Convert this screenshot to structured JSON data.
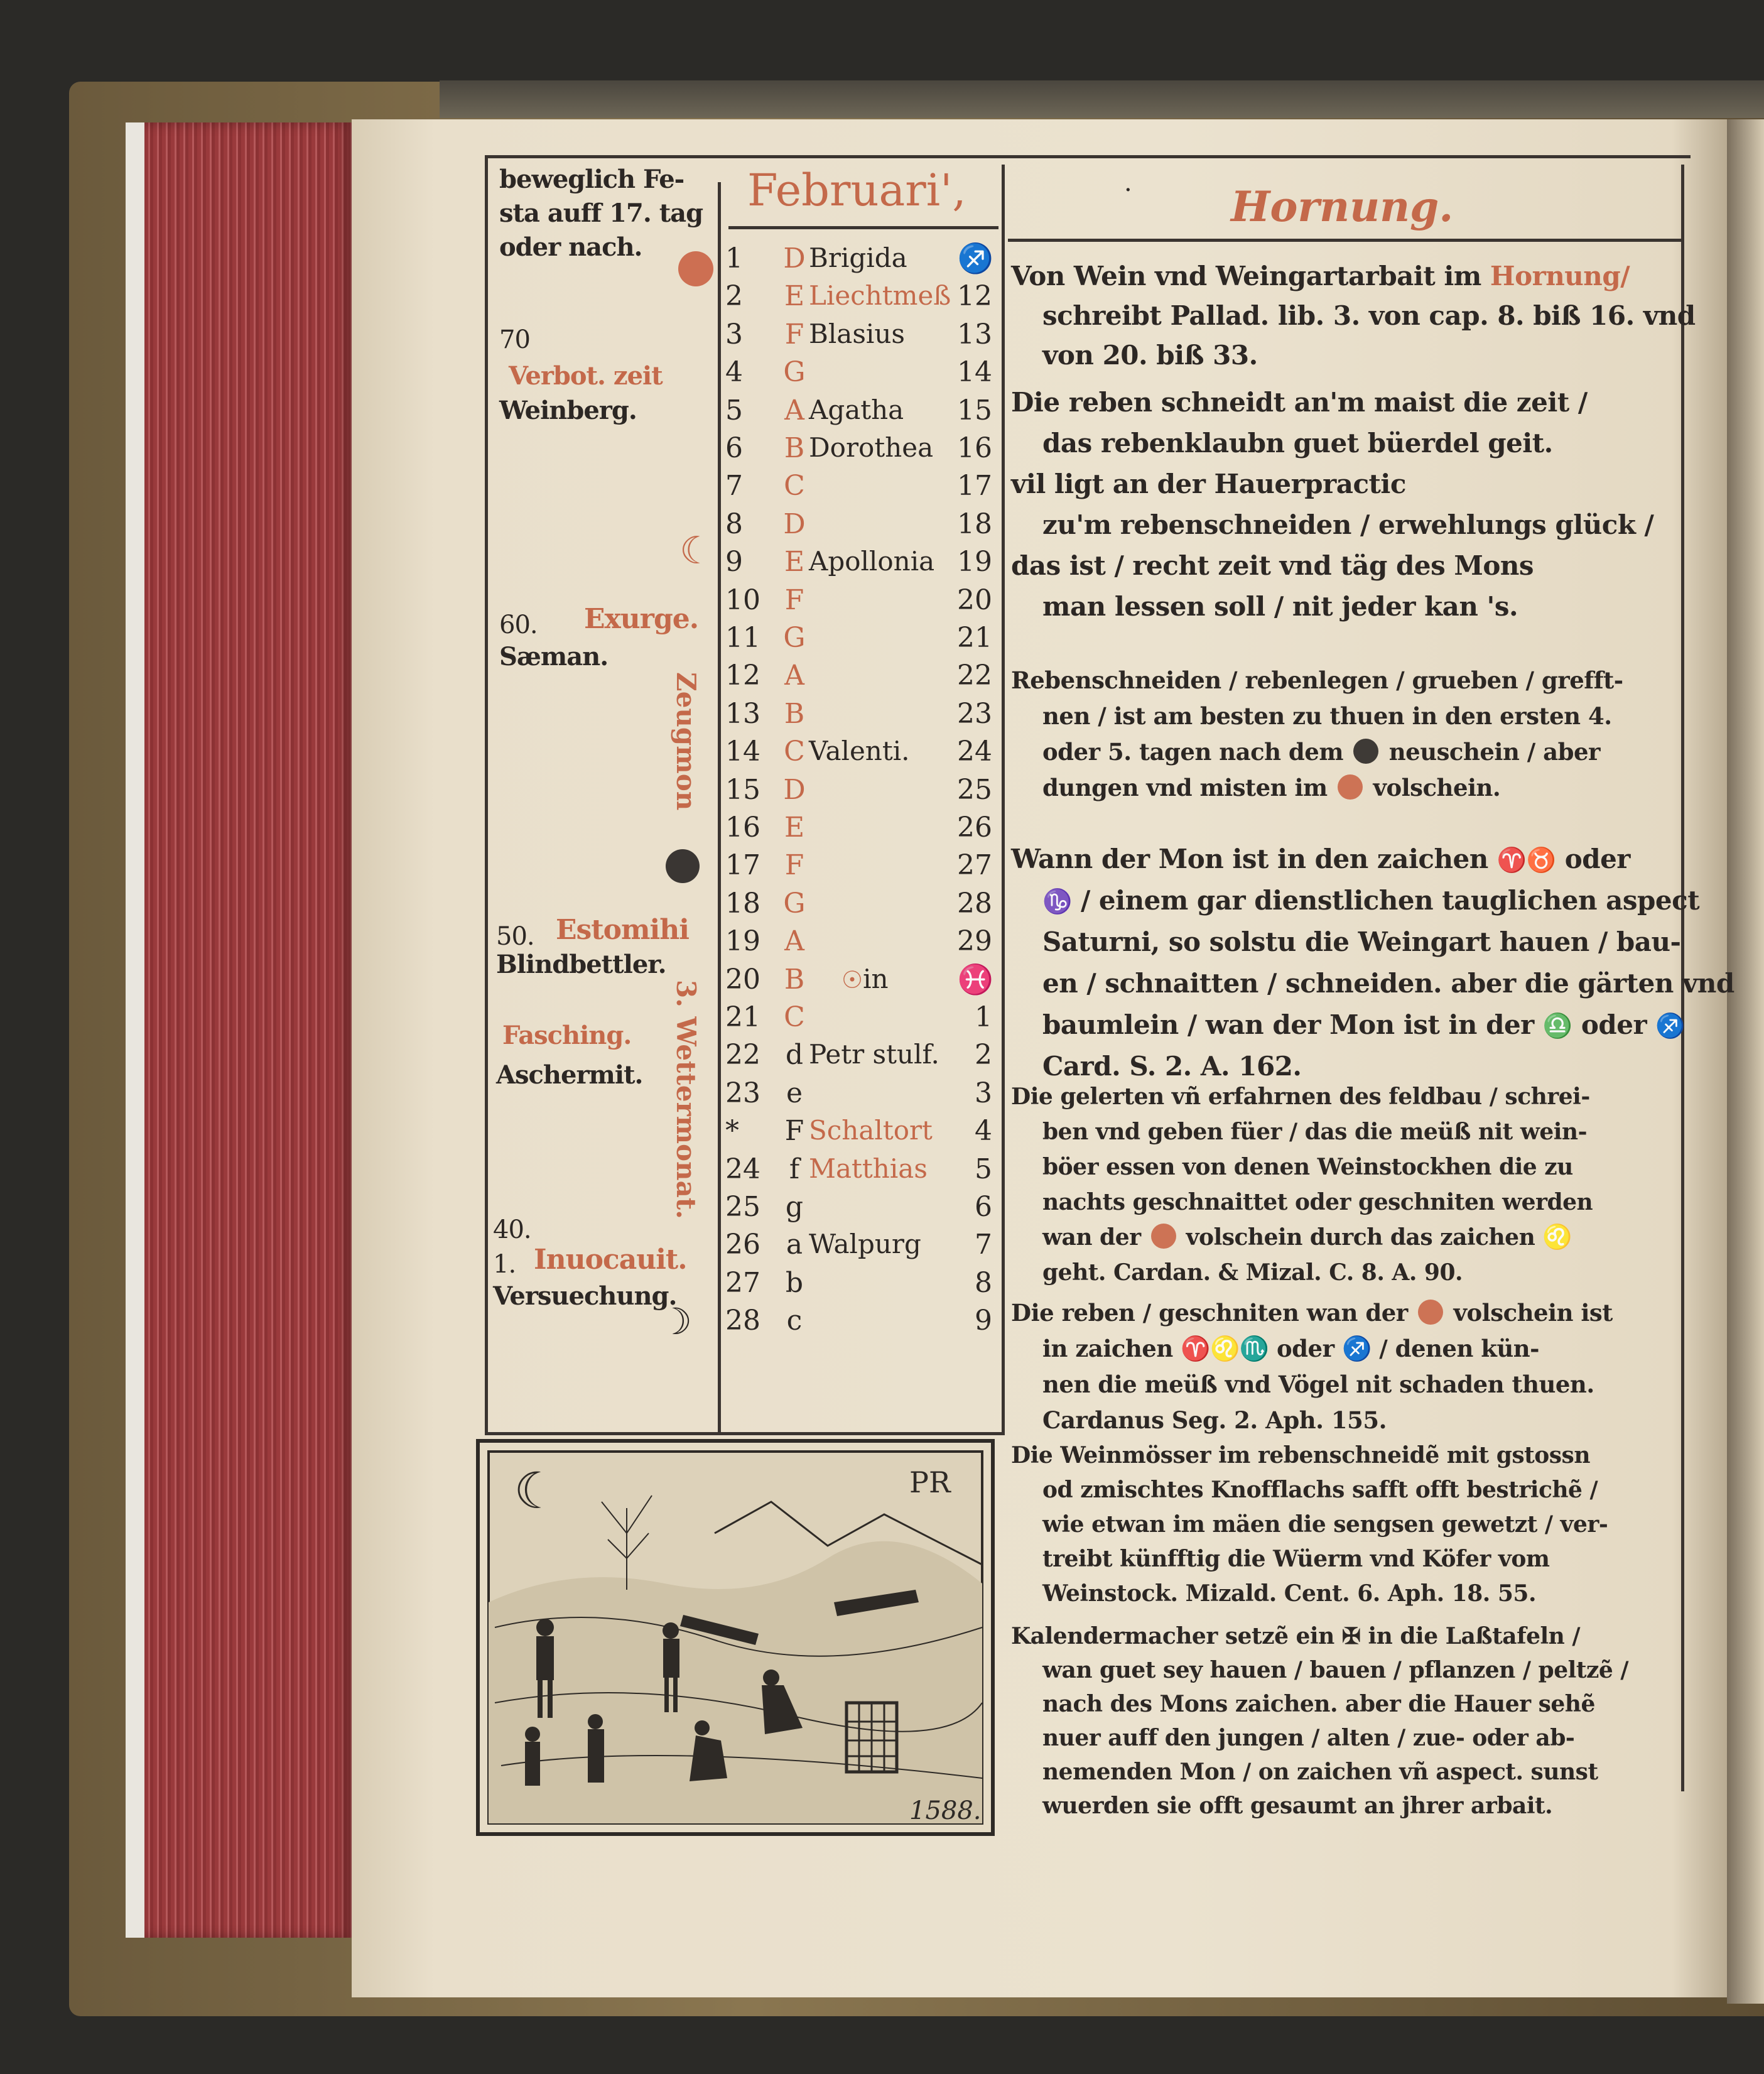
{
  "left_column": {
    "movable_feasts": [
      "beweglich Fe-",
      "sta auff 17. tag",
      "oder nach."
    ],
    "septuagesima_num": "70",
    "verbot": "Verbot. zeit",
    "weinberg": "Weinberg.",
    "sexagesima_num": "60.",
    "exurge": "Exurge.",
    "saeman": "Sæman.",
    "zeugmon": "Zeugmon",
    "quinquagesima_num": "50.",
    "estomihi": "Estomihi",
    "blindbettler": "Blindbettler.",
    "wettermonat": "3. Wettermonat.",
    "fasching": "Fasching.",
    "aschermit": "Aschermit.",
    "quadragesima_num": "40.",
    "first_num": "1.",
    "inuocauit": "Inuocauit.",
    "versuechung": "Versuechung."
  },
  "calendar": {
    "title": "Februari',",
    "rows": [
      {
        "day": "1",
        "letter": "D",
        "letter_red": true,
        "saint": "Brigida",
        "saint_red": false,
        "num": "",
        "zodiac": "sagittarius-icon"
      },
      {
        "day": "2",
        "letter": "E",
        "letter_red": true,
        "saint": "Liechtmeß",
        "saint_red": true,
        "num": "12"
      },
      {
        "day": "3",
        "letter": "F",
        "letter_red": true,
        "saint": "Blasius",
        "saint_red": false,
        "num": "13"
      },
      {
        "day": "4",
        "letter": "G",
        "letter_red": true,
        "saint": "",
        "saint_red": false,
        "num": "14"
      },
      {
        "day": "5",
        "letter": "A",
        "letter_red": true,
        "saint": "Agatha",
        "saint_red": false,
        "num": "15"
      },
      {
        "day": "6",
        "letter": "B",
        "letter_red": true,
        "saint": "Dorothea",
        "saint_red": false,
        "num": "16"
      },
      {
        "day": "7",
        "letter": "C",
        "letter_red": true,
        "saint": "",
        "saint_red": false,
        "num": "17"
      },
      {
        "day": "8",
        "letter": "D",
        "letter_red": true,
        "saint": "",
        "saint_red": false,
        "num": "18"
      },
      {
        "day": "9",
        "letter": "E",
        "letter_red": true,
        "saint": "Apollonia",
        "saint_red": false,
        "num": "19"
      },
      {
        "day": "10",
        "letter": "F",
        "letter_red": true,
        "saint": "",
        "saint_red": false,
        "num": "20"
      },
      {
        "day": "11",
        "letter": "G",
        "letter_red": true,
        "saint": "",
        "saint_red": false,
        "num": "21"
      },
      {
        "day": "12",
        "letter": "A",
        "letter_red": true,
        "saint": "",
        "saint_red": false,
        "num": "22"
      },
      {
        "day": "13",
        "letter": "B",
        "letter_red": true,
        "saint": "",
        "saint_red": false,
        "num": "23"
      },
      {
        "day": "14",
        "letter": "C",
        "letter_red": true,
        "saint": "Valenti.",
        "saint_red": false,
        "num": "24"
      },
      {
        "day": "15",
        "letter": "D",
        "letter_red": true,
        "saint": "",
        "saint_red": false,
        "num": "25"
      },
      {
        "day": "16",
        "letter": "E",
        "letter_red": true,
        "saint": "",
        "saint_red": false,
        "num": "26"
      },
      {
        "day": "17",
        "letter": "F",
        "letter_red": true,
        "saint": "",
        "saint_red": false,
        "num": "27"
      },
      {
        "day": "18",
        "letter": "G",
        "letter_red": true,
        "saint": "",
        "saint_red": false,
        "num": "28"
      },
      {
        "day": "19",
        "letter": "A",
        "letter_red": true,
        "saint": "",
        "saint_red": false,
        "num": "29"
      },
      {
        "day": "20",
        "letter": "B",
        "letter_red": true,
        "saint": "in",
        "saint_red": false,
        "num": "",
        "sun": true,
        "zodiac": "pisces-icon"
      },
      {
        "day": "21",
        "letter": "C",
        "letter_red": true,
        "saint": "",
        "saint_red": false,
        "num": "1"
      },
      {
        "day": "22",
        "letter": "d",
        "letter_red": false,
        "saint": "Petr stulf.",
        "saint_red": false,
        "num": "2"
      },
      {
        "day": "23",
        "letter": "e",
        "letter_red": false,
        "saint": "",
        "saint_red": false,
        "num": "3"
      },
      {
        "day": "*",
        "letter": "F",
        "letter_red": false,
        "saint": "Schaltort",
        "saint_red": true,
        "num": "4"
      },
      {
        "day": "24",
        "letter": "f",
        "letter_red": false,
        "saint": "Matthias",
        "saint_red": true,
        "num": "5"
      },
      {
        "day": "25",
        "letter": "g",
        "letter_red": false,
        "saint": "",
        "saint_red": false,
        "num": "6"
      },
      {
        "day": "26",
        "letter": "a",
        "letter_red": false,
        "saint": "Walpurg",
        "saint_red": false,
        "num": "7"
      },
      {
        "day": "27",
        "letter": "b",
        "letter_red": false,
        "saint": "",
        "saint_red": false,
        "num": "8"
      },
      {
        "day": "28",
        "letter": "c",
        "letter_red": false,
        "saint": "",
        "saint_red": false,
        "num": "9"
      }
    ]
  },
  "right_column": {
    "title": "Hornung.",
    "paragraphs": [
      {
        "lines": [
          [
            {
              "t": "Von Wein vnd Weingartarbait im "
            },
            {
              "t": "Hornung/",
              "red": true
            }
          ],
          [
            {
              "t": "schreibt Pallad. lib. 3. von cap. 8. biß 16. vnd"
            }
          ],
          [
            {
              "t": "von 20. biß 33."
            }
          ]
        ]
      },
      {
        "lines": [
          [
            {
              "t": "Die reben schneidt an'm maist die zeit /"
            }
          ],
          [
            {
              "t": "das rebenklaubn guet büerdel geit."
            }
          ],
          [
            {
              "t": "vil ligt an der Hauerpractic"
            }
          ],
          [
            {
              "t": "zu'm rebenschneiden / erwehlungs glück /"
            }
          ],
          [
            {
              "t": "das ist / recht zeit vnd täg des Mons"
            }
          ],
          [
            {
              "t": "man lessen soll / nit jeder kan 's."
            }
          ]
        ]
      },
      {
        "lines": [
          [
            {
              "t": "Rebenschneiden / rebenlegen / grueben / grefft-"
            }
          ],
          [
            {
              "t": "nen / ist am besten zu thuen in den ersten 4."
            }
          ],
          [
            {
              "t": "oder 5. tagen nach dem "
            },
            {
              "icon": "new-moon"
            },
            {
              "t": " neuschein / aber"
            }
          ],
          [
            {
              "t": "dungen vnd misten im "
            },
            {
              "icon": "full-moon"
            },
            {
              "t": " volschein."
            }
          ]
        ]
      },
      {
        "lines": [
          [
            {
              "t": "Wann der Mon ist in den zaichen "
            },
            {
              "icon": "aries"
            },
            {
              "icon": "taurus"
            },
            {
              "t": " oder"
            }
          ],
          [
            {
              "icon": "capricorn"
            },
            {
              "t": " / einem gar dienstlichen tauglichen aspect"
            }
          ],
          [
            {
              "t": "Saturni, so solstu die Weingart hauen / bau-"
            }
          ],
          [
            {
              "t": "en / schnaitten / schneiden. aber die gärten vnd"
            }
          ],
          [
            {
              "t": "baumlein / wan der Mon ist in der "
            },
            {
              "icon": "libra"
            },
            {
              "t": " oder "
            },
            {
              "icon": "sagittarius"
            }
          ],
          [
            {
              "t": "Card. S. 2. A. 162."
            }
          ]
        ]
      },
      {
        "lines": [
          [
            {
              "t": "Die gelerten vñ erfahrnen des feldbau / schrei-"
            }
          ],
          [
            {
              "t": "ben vnd geben füer / das die meüß nit wein-"
            }
          ],
          [
            {
              "t": "böer essen von denen Weinstockhen die zu"
            }
          ],
          [
            {
              "t": "nachts geschnaittet oder geschniten werden"
            }
          ],
          [
            {
              "t": "wan der "
            },
            {
              "icon": "full-moon"
            },
            {
              "t": " volschein durch das zaichen "
            },
            {
              "icon": "leo"
            }
          ],
          [
            {
              "t": "geht. Cardan. & Mizal. C. 8. A. 90."
            }
          ]
        ]
      },
      {
        "lines": [
          [
            {
              "t": "Die reben / geschniten wan der "
            },
            {
              "icon": "full-moon"
            },
            {
              "t": " volschein ist"
            }
          ],
          [
            {
              "t": "in zaichen "
            },
            {
              "icon": "aries"
            },
            {
              "icon": "leo"
            },
            {
              "icon": "scorpio"
            },
            {
              "t": " oder "
            },
            {
              "icon": "sagittarius"
            },
            {
              "t": " / denen kün-"
            }
          ],
          [
            {
              "t": "nen die meüß vnd Vögel nit schaden thuen."
            }
          ],
          [
            {
              "t": "Cardanus Seg. 2. Aph. 155."
            }
          ]
        ]
      },
      {
        "lines": [
          [
            {
              "t": "Die Weinmösser im rebenschneidẽ mit gstossn"
            }
          ],
          [
            {
              "t": "od zmischtes Knofflachs safft offt bestrichẽ /"
            }
          ],
          [
            {
              "t": "wie etwan im mäen die sengsen gewetzt / ver-"
            }
          ],
          [
            {
              "t": "treibt künfftig die Wüerm vnd Köfer vom"
            }
          ],
          [
            {
              "t": "Weinstock. Mizald. Cent. 6. Aph. 18. 55."
            }
          ]
        ]
      },
      {
        "lines": [
          [
            {
              "t": "Kalendermacher setzẽ ein ✠ in die Laßtafeln /"
            }
          ],
          [
            {
              "t": "wan guet sey hauen / bauen / pflanzen / peltzẽ /"
            }
          ],
          [
            {
              "t": "nach des Mons zaichen. aber die Hauer sehẽ"
            }
          ],
          [
            {
              "t": "nuer auff den jungen / alten / zue- oder ab-"
            }
          ],
          [
            {
              "t": "nemenden Mon / on zaichen vñ aspect. sunst"
            }
          ],
          [
            {
              "t": "wuerden sie offt gesaumt an jhrer arbait."
            }
          ]
        ]
      }
    ]
  },
  "woodcut": {
    "year": "1588.",
    "monogram": "PR"
  },
  "colors": {
    "red_ink": "#c4694a",
    "black_ink": "#2c2724",
    "paper": "#ebe2cf"
  }
}
